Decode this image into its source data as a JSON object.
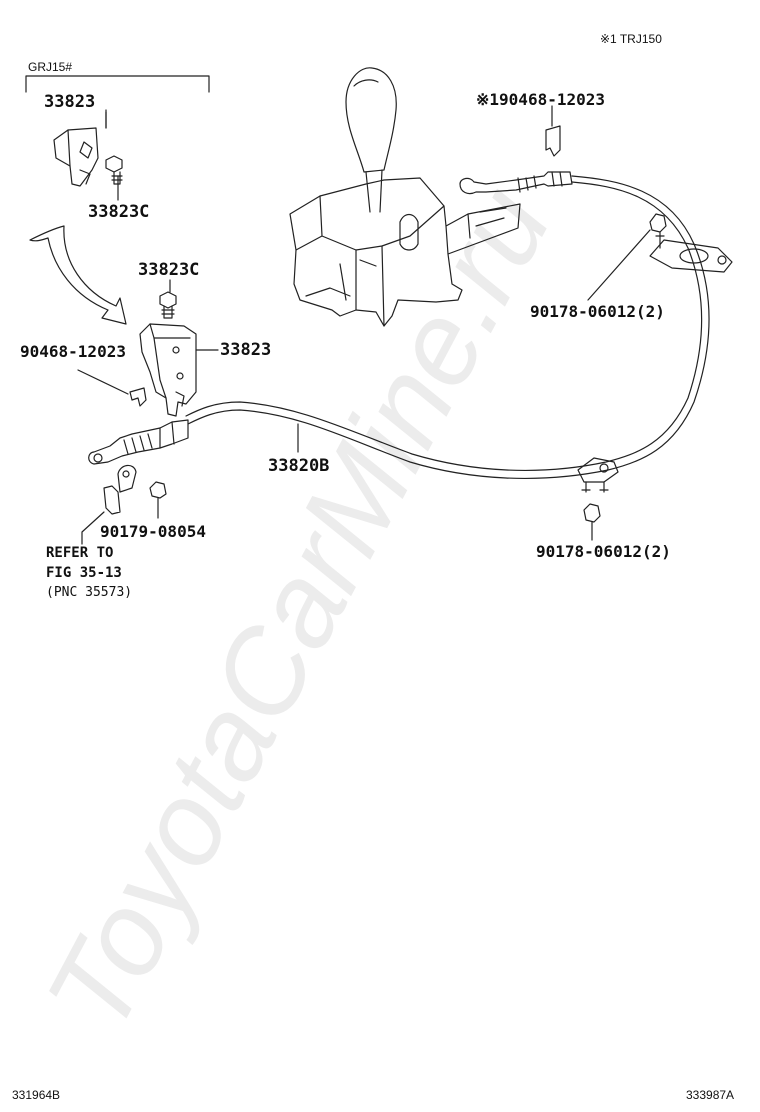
{
  "header": {
    "note": "※1 TRJ150"
  },
  "group": {
    "label": "GRJ15#"
  },
  "parts": {
    "p1": "33823",
    "p2": "33823C",
    "p3": "33823C",
    "p4": "33823",
    "p5": "90468-12023",
    "p6": "※190468-12023",
    "p7": "90178-06012(2)",
    "p8": "33820B",
    "p9": "90179-08054",
    "p10": "90178-06012(2)"
  },
  "refer": {
    "line1": "REFER TO",
    "line2": "FIG 35-13",
    "line3": "(PNC 35573)"
  },
  "footer": {
    "left": "331964B",
    "right": "333987A"
  },
  "watermark": "ToyotaCarMine.ru"
}
